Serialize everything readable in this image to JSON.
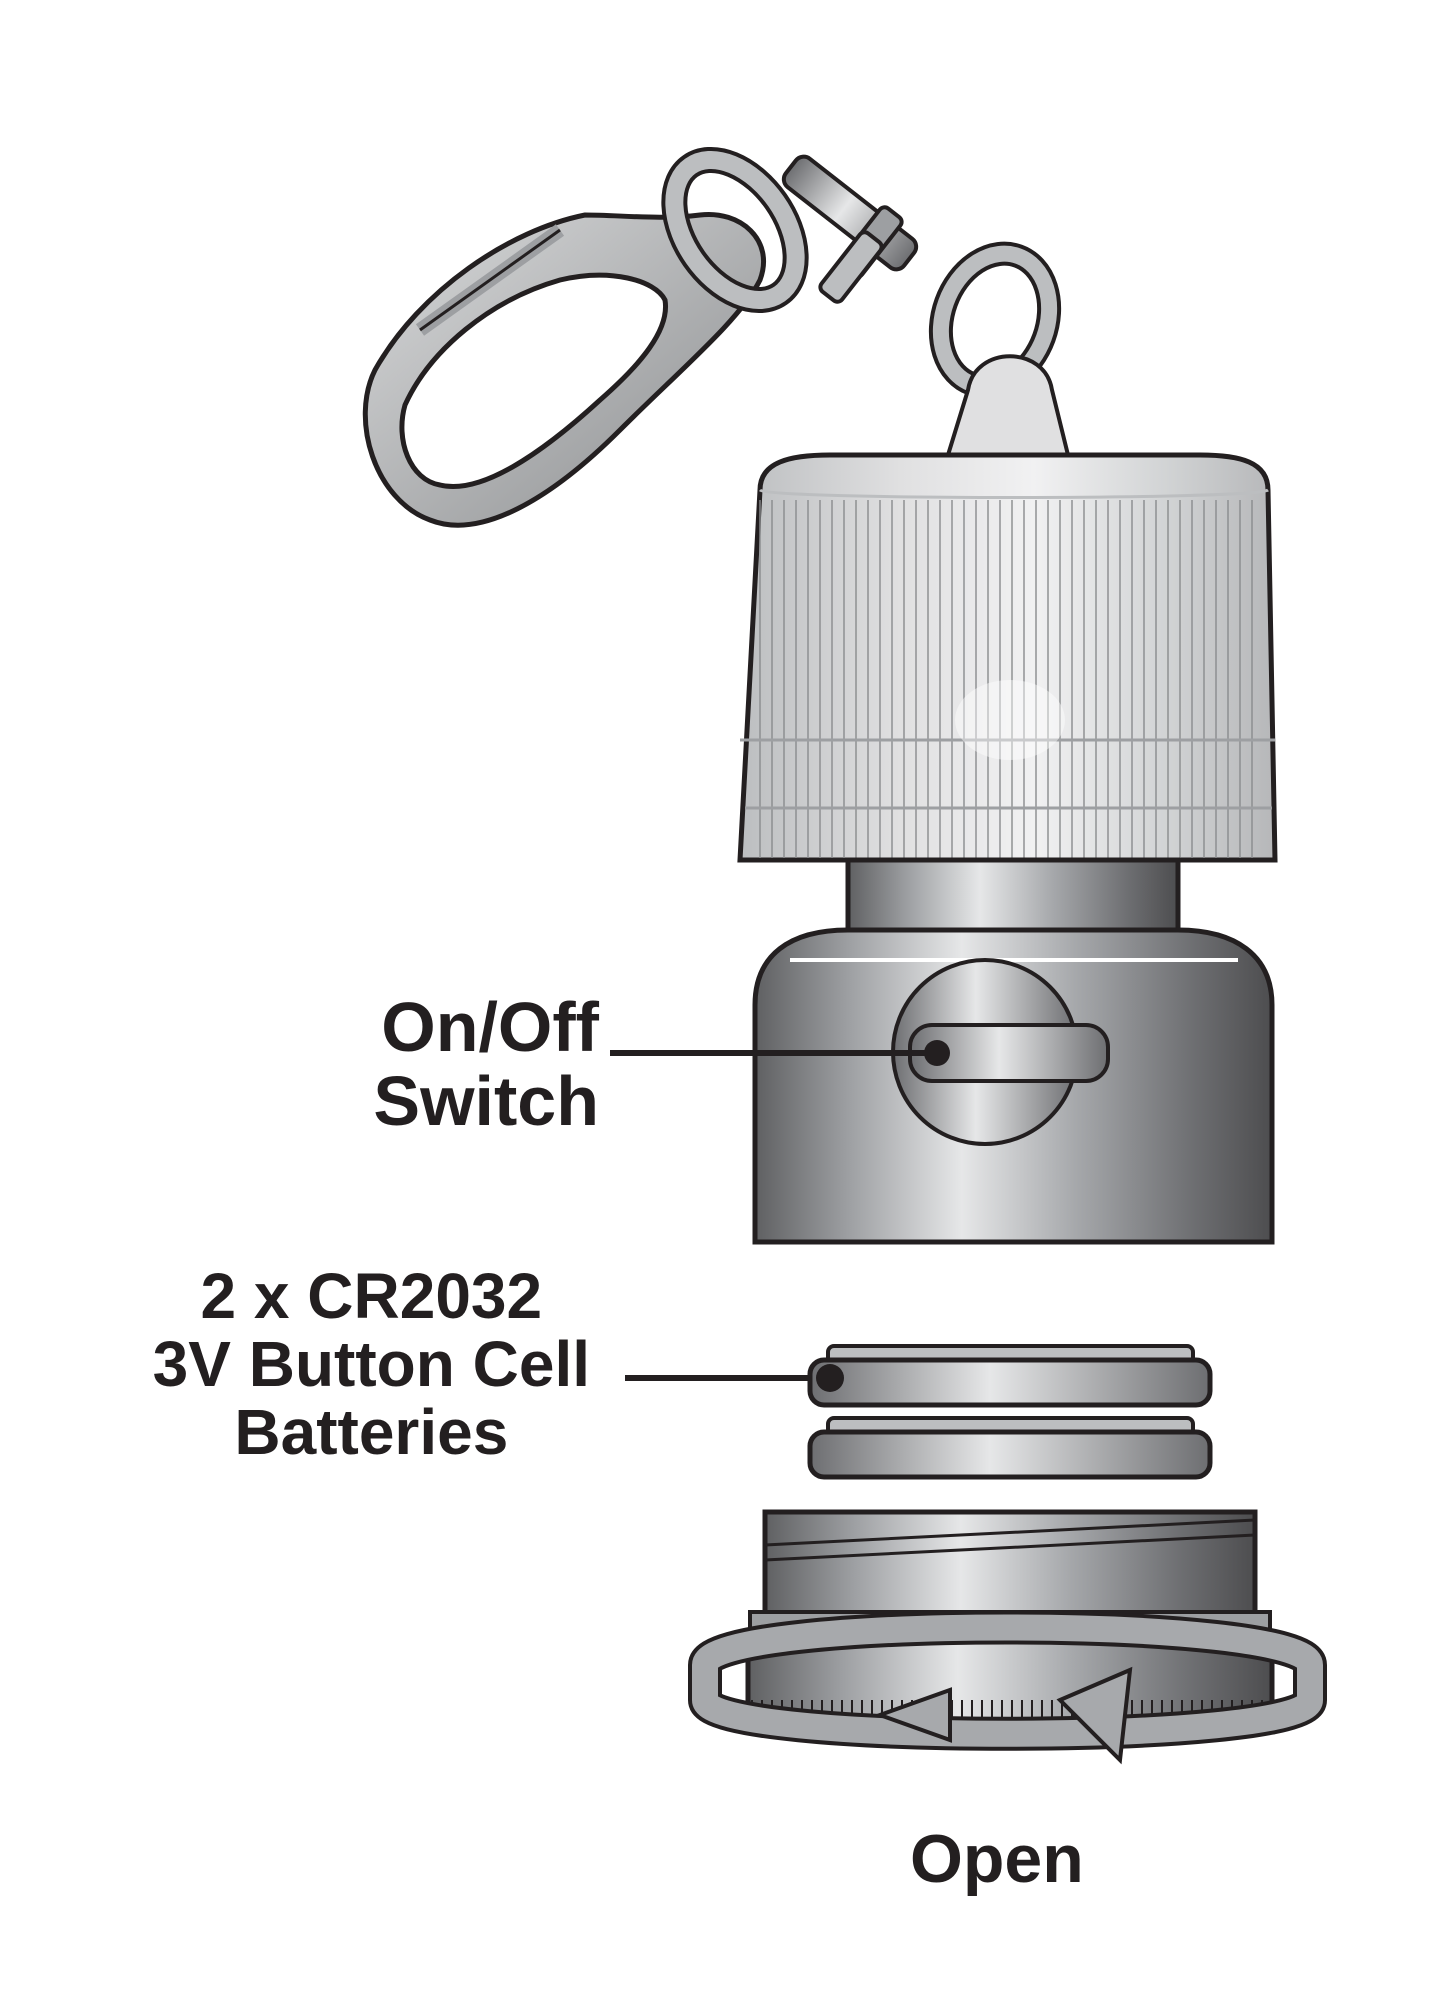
{
  "labels": {
    "switch": [
      "On/Off",
      "Switch"
    ],
    "batteries": [
      "2 x CR2032",
      "3V Button Cell",
      "Batteries"
    ],
    "open": "Open"
  },
  "colors": {
    "outline": "#231f20",
    "metal_light": "#e8e8e8",
    "metal_mid": "#a7a9ac",
    "metal_dark": "#58595b",
    "lens": "#d4d4d4"
  }
}
